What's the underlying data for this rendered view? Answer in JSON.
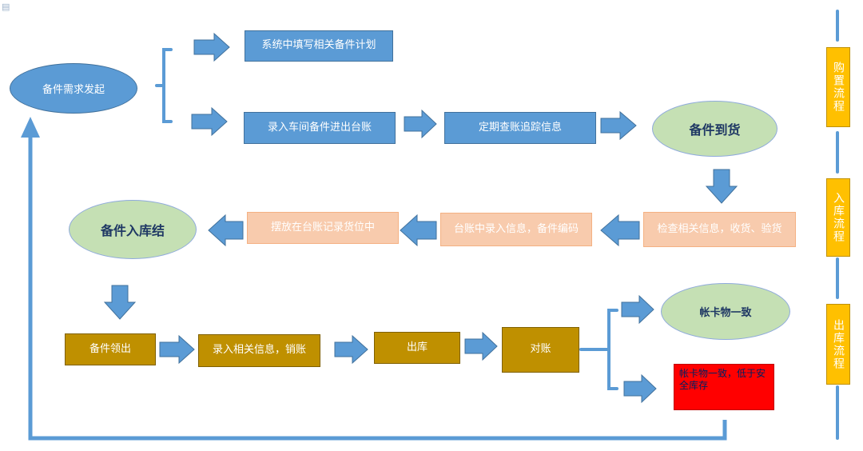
{
  "nodes": {
    "start": "备件需求发起",
    "plan": "系统中填写相关备件计划",
    "ledger_in": "录入车间备件进出台账",
    "track": "定期查账追踪信息",
    "arrive": "备件到货",
    "check": "检查相关信息，收货、验货",
    "ledger_code": "台账中录入信息，备件编码",
    "place": "摆放在台账记录货位中",
    "stock_done": "备件入库结",
    "issue": "备件领出",
    "record_cancel": "录入相关信息，销账",
    "outbound": "出库",
    "reconcile": "对账",
    "match": "帐卡物一致",
    "low_stock": "帐卡物一致，低于安全库存"
  },
  "phases": {
    "purchase": "购置流程",
    "inbound": "入库流程",
    "outbound": "出库流程"
  },
  "colors": {
    "arrow": "#5b9bd5",
    "blue_box": "#5b9bd5",
    "peach_box": "#f8cbad",
    "gold_box": "#bf9000",
    "green_ellipse": "#c5e0b4",
    "phase_label": "#ffc000",
    "alert_box": "#ff0000"
  },
  "icons": {
    "corner": "document-icon"
  }
}
